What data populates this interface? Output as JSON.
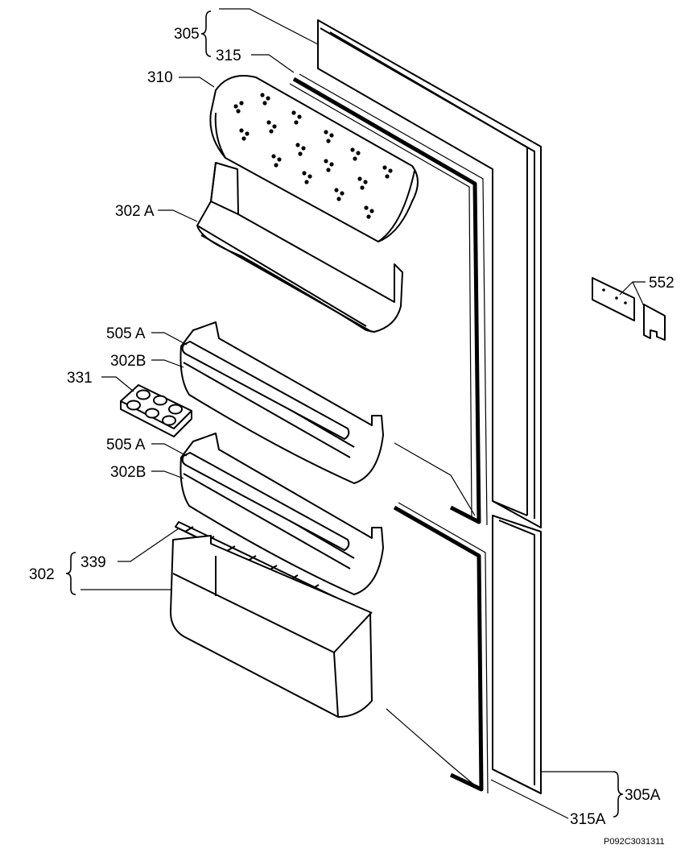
{
  "diagram": {
    "labels": {
      "l305": "305",
      "l315": "315",
      "l310": "310",
      "l302a": "302 A",
      "l505a_1": "505 A",
      "l302b_1": "302B",
      "l331": "331",
      "l505a_2": "505 A",
      "l302b_2": "302B",
      "l302": "302",
      "l339": "339",
      "l552": "552",
      "l305a": "305A",
      "l315a": "315A"
    },
    "figure_code": "P092C3031311"
  }
}
